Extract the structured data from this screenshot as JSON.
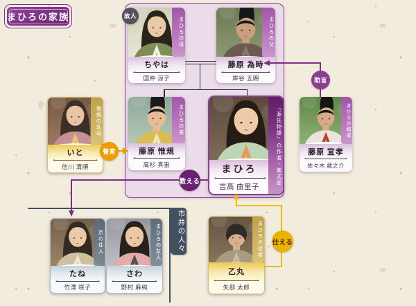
{
  "title": "まひろの家族",
  "labels": {
    "kojin": "故人",
    "yoiku": "養育",
    "jogen": "助言",
    "oshieru": "教える",
    "tsukaeru": "仕える",
    "shisei": "市井の人々"
  },
  "relations": [
    {
      "from": "いと",
      "to": "藤原 惟規",
      "label": "養育"
    },
    {
      "from": "藤原 宣孝",
      "to": "藤原 為時",
      "label": "助言"
    },
    {
      "from": "まひろ",
      "to": "たね",
      "label": "教える"
    },
    {
      "from": "乙丸",
      "to": "まひろ",
      "label": "仕える"
    }
  ],
  "colors": {
    "accent_purple": "#7c2e86",
    "accent_gold": "#e9b300",
    "accent_orange": "#ea9b00",
    "accent_slate": "#41505f",
    "line_dark": "#2b2b33",
    "panel_fill": "#e9dcea",
    "background": "#f2ecdf"
  },
  "people": {
    "chiyaha": {
      "name": "ちやは",
      "actor": "国仲 涼子",
      "role": "まひろの母",
      "badge": "故人",
      "portrait": {
        "bg1": "#c9cdb2",
        "bg2": "#eceadb",
        "hair": "#2b241c",
        "skin": "#eac9a6",
        "robe": "#7d8f52",
        "collar": "#f2f0e2",
        "hat": "none"
      }
    },
    "tametoki": {
      "name": "藤原 為時",
      "actor": "岸谷 五朗",
      "role": "まひろの父",
      "portrait": {
        "bg1": "#66734f",
        "bg2": "#93a077",
        "hair": "#17171a",
        "skin": "#c9a07e",
        "robe": "#6b5a52",
        "collar": "#8a7668",
        "hat": "eboshi"
      }
    },
    "nobunori": {
      "name": "藤原 惟規",
      "actor": "高杉 真宙",
      "role": "まひろの弟",
      "portrait": {
        "bg1": "#86a190",
        "bg2": "#bccfbe",
        "hair": "#1a1a1e",
        "skin": "#e6bd96",
        "robe": "#d9bc54",
        "collar": "#efe6c0",
        "hat": "eboshi"
      }
    },
    "ito": {
      "name": "いと",
      "actor": "信川 清順",
      "role": "惟規の乳母",
      "portrait": {
        "bg1": "#715243",
        "bg2": "#a08064",
        "hair": "#3c2f26",
        "skin": "#eac4a2",
        "robe": "#c69097",
        "collar": "#e8c86a",
        "hat": "none"
      }
    },
    "mahiro": {
      "name": "まひろ",
      "actor": "吉高 由里子",
      "role": "『源氏物語』の作者・紫式部",
      "portrait": {
        "bg1": "#564537",
        "bg2": "#84715d",
        "hair": "#241d16",
        "skin": "#eecaa8",
        "robe": "#bed4b4",
        "collar": "#e79a5e",
        "hat": "none"
      }
    },
    "nobutaka": {
      "name": "藤原 宣孝",
      "actor": "佐々木 蔵之介",
      "role": "まひろの親戚",
      "portrait": {
        "bg1": "#55803f",
        "bg2": "#96b97e",
        "hair": "#151515",
        "skin": "#d9a988",
        "robe": "#e9e5da",
        "collar": "#c23b2e",
        "hat": "eboshi"
      }
    },
    "tane": {
      "name": "たね",
      "actor": "竹澤 咲子",
      "role": "京の住人",
      "portrait": {
        "bg1": "#705844",
        "bg2": "#a28a6c",
        "hair": "#332a22",
        "skin": "#eccaa8",
        "robe": "#cfc0a2",
        "collar": "#efe6d2",
        "hat": "none"
      }
    },
    "sawa": {
      "name": "さわ",
      "actor": "野村 麻純",
      "role": "まひろの友人",
      "portrait": {
        "bg1": "#8f8f96",
        "bg2": "#c6c6cc",
        "hair": "#27201b",
        "skin": "#eac8a6",
        "robe": "#e2abab",
        "collar": "#584a50",
        "hat": "none"
      }
    },
    "otomaru": {
      "name": "乙丸",
      "actor": "矢部 太郎",
      "role": "まひろの従者",
      "portrait": {
        "bg1": "#5f4e3c",
        "bg2": "#8d7a62",
        "hair": "#2f2a25",
        "skin": "#d8b18c",
        "robe": "#a99a84",
        "collar": "#c9baa2",
        "hat": "cloth"
      }
    }
  }
}
